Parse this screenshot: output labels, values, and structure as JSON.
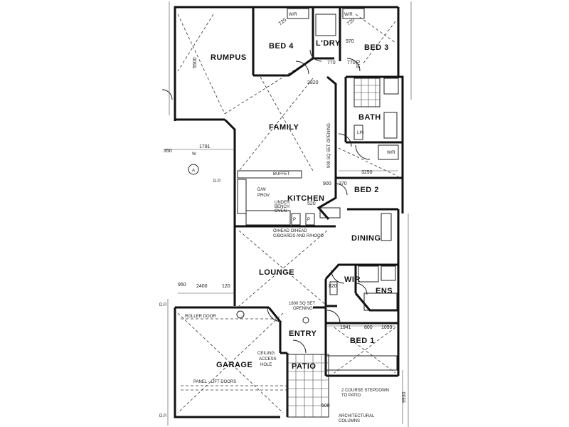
{
  "rooms": {
    "rumpus": "RUMPUS",
    "bed4": "BED 4",
    "lndry": "L'DRY",
    "bed3": "BED 3",
    "family": "FAMILY",
    "bath": "BATH",
    "kitchen": "KITCHEN",
    "bed2": "BED 2",
    "dining": "DINING",
    "lounge": "LOUNGE",
    "wir": "WIR",
    "ens": "ENS",
    "entry": "ENTRY",
    "bed1": "BED 1",
    "garage": "GARAGE",
    "patio": "PATIO"
  },
  "dimensions": {
    "d5500": "5500",
    "d970a": "970",
    "d970b": "970",
    "d770a": "770",
    "d770b": "770",
    "d720a": "720",
    "d720b": "720",
    "d350": "350",
    "d1791": "1791",
    "d3250": "3250",
    "d900": "900",
    "d370": "370",
    "d520": "520",
    "d950": "950",
    "d2400": "2400",
    "d120": "120",
    "d1941": "1941",
    "d800": "800",
    "d1059": "1059",
    "d9930": "9930",
    "d500": "500",
    "d820": "820",
    "d2820": "2820"
  },
  "notes": {
    "wr1": "W/R",
    "wr2": "W/R",
    "wr3": "W/R",
    "buffet": "BUFFET",
    "dw": "D/W",
    "prov": "PROV.",
    "under_bench": "UNDER",
    "bench": "BENCH",
    "oven": "OVEN",
    "overhead1": "O/HEAD O/HEAD",
    "overhead2": "C/BOARDS AND R/HOOD",
    "slider1": "1800 SQ SET",
    "slider2": "OPENING",
    "ceiling1": "CEILING",
    "ceiling2": "ACCESS",
    "ceiling3": "HOLE",
    "roller": "ROLLER DOOR",
    "panel": "PANEL - LIFT DOORS",
    "stepdown1": "2 COURSE STEPDOWN",
    "stepdown2": "TO PATIO",
    "arch1": "ARCHITECTURAL",
    "arch2": "COLUMNS",
    "dp1": "D.P.",
    "dp2": "D.P.",
    "dp3": "D.P.",
    "marker_a": "A",
    "marker_w": "W",
    "set_opening": "900 SQ SET OPENING",
    "lin": "LIN",
    "p1": "P",
    "p2": "P"
  }
}
